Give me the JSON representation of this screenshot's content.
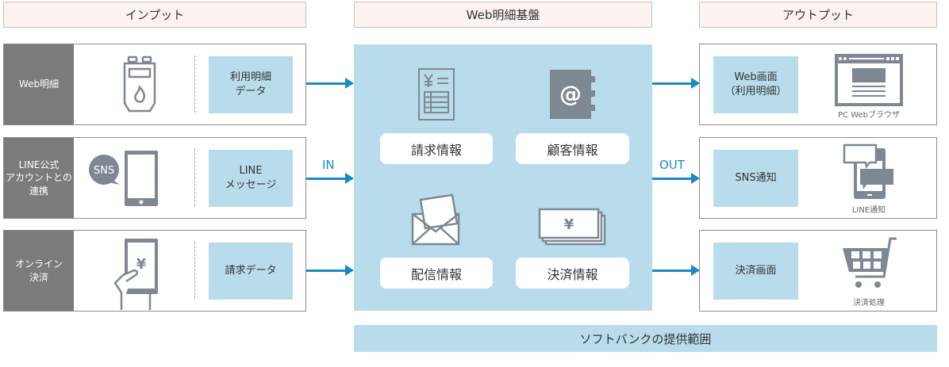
{
  "headers": {
    "input": "インプット",
    "center": "Web明細基盤",
    "output": "アウトプット"
  },
  "inputs": [
    {
      "label": "Web明細",
      "icon": "gas-meter-icon",
      "data": "利用明細\nデータ"
    },
    {
      "label": "LINE公式\nアカウントとの\n連携",
      "icon": "smartphone-sns-icon",
      "icon_text": "SNS",
      "data": "LINE\nメッセージ"
    },
    {
      "label": "オンライン\n決済",
      "icon": "hand-smartphone-yen-icon",
      "icon_text": "¥",
      "data": "請求データ"
    }
  ],
  "arrows": {
    "in": "IN",
    "out": "OUT"
  },
  "center": {
    "cards": [
      {
        "label": "請求情報",
        "icon": "invoice-icon"
      },
      {
        "label": "顧客情報",
        "icon": "address-book-icon"
      },
      {
        "label": "配信情報",
        "icon": "envelope-icon"
      },
      {
        "label": "決済情報",
        "icon": "yen-bills-icon"
      }
    ]
  },
  "outputs": [
    {
      "data": "Web画面\n（利用明細）",
      "icon": "browser-icon",
      "caption": "PC Webブラウザ"
    },
    {
      "data": "SNS通知",
      "icon": "phone-chat-icon",
      "caption": "LINE通知"
    },
    {
      "data": "決済画面",
      "icon": "shopping-cart-icon",
      "caption": "決済処理"
    }
  ],
  "footer": "ソフトバンクの提供範囲",
  "colors": {
    "accent": "#1a8ac6",
    "panel": "#b8dcec",
    "label_gray": "#7b7b7b",
    "icon_gray": "#7d8893"
  }
}
